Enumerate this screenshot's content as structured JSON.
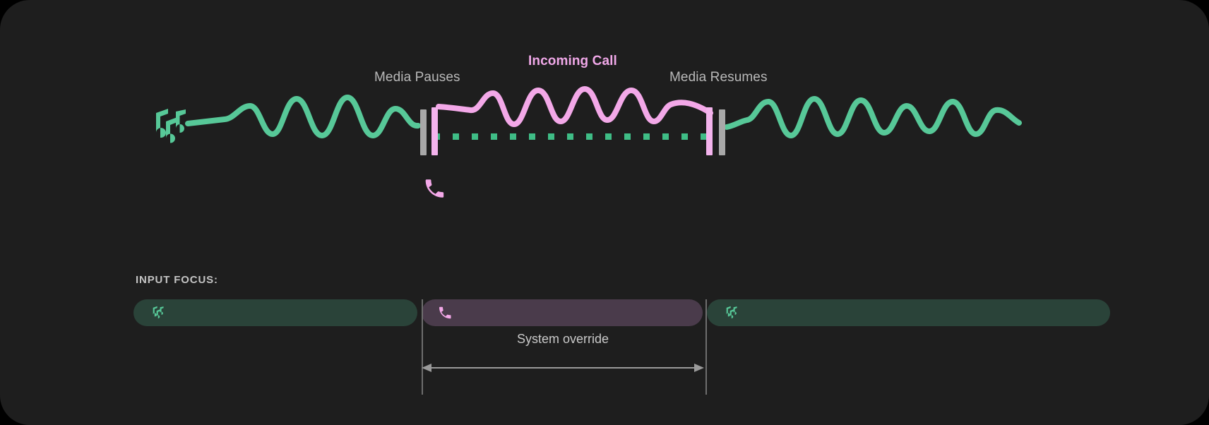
{
  "theme": {
    "background": "#1e1e1e",
    "outer": "#000000",
    "media_accent": "#57c898",
    "call_accent": "#f3a8e8",
    "marker_gray": "#a8a8a8",
    "pill_media_bg": "#2a4339",
    "pill_call_bg": "#4a3b4b",
    "text_primary": "#c9c9c9",
    "text_label": "#b9b9b9"
  },
  "timeline": {
    "labels": {
      "media_pauses": "Media Pauses",
      "incoming_call": "Incoming Call",
      "media_resumes": "Media Resumes"
    },
    "icons": {
      "media": "music-notes-icon",
      "call": "phone-icon"
    },
    "segments": [
      {
        "name": "media-before",
        "state": "playing",
        "accent": "#57c898"
      },
      {
        "name": "call-interrupt",
        "state": "interrupted",
        "accent": "#f3a8e8"
      },
      {
        "name": "media-after",
        "state": "resumed",
        "accent": "#57c898"
      }
    ],
    "muted_track": {
      "style": "dotted",
      "color": "#3fbd86"
    }
  },
  "focus": {
    "label": "INPUT FOCUS:",
    "lanes": [
      {
        "name": "media-lane-before",
        "owner": "media",
        "icon": "music-notes-icon"
      },
      {
        "name": "call-lane",
        "owner": "call",
        "icon": "phone-icon"
      },
      {
        "name": "media-lane-after",
        "owner": "media",
        "icon": "music-notes-icon"
      }
    ],
    "override_label": "System override"
  }
}
